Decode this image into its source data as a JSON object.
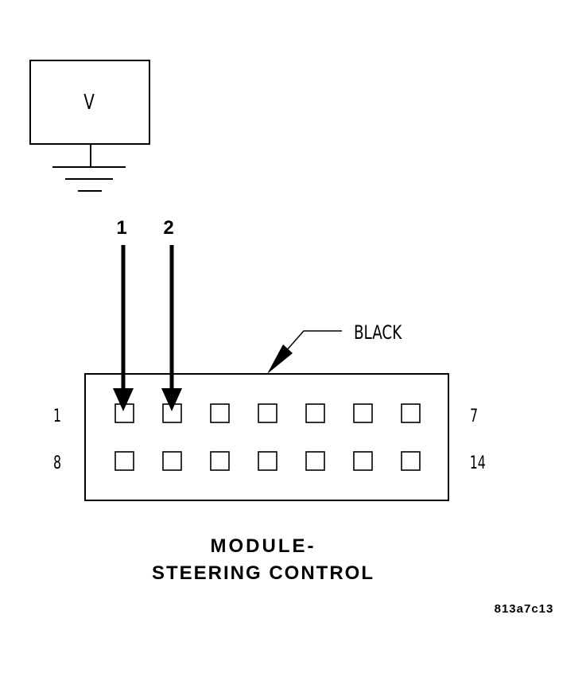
{
  "meter": {
    "symbol": "V"
  },
  "probes": [
    {
      "label": "1"
    },
    {
      "label": "2"
    }
  ],
  "connector": {
    "color_label": "BLACK",
    "pin_labels": {
      "row1_left": "1",
      "row1_right": "7",
      "row2_left": "8",
      "row2_right": "14"
    },
    "rows": 2,
    "pins_per_row": 7
  },
  "caption": {
    "line1": "MODULE-",
    "line2": "STEERING CONTROL"
  },
  "figure_code": "813a7c13",
  "colors": {
    "ink": "#000000",
    "background": "#ffffff"
  }
}
